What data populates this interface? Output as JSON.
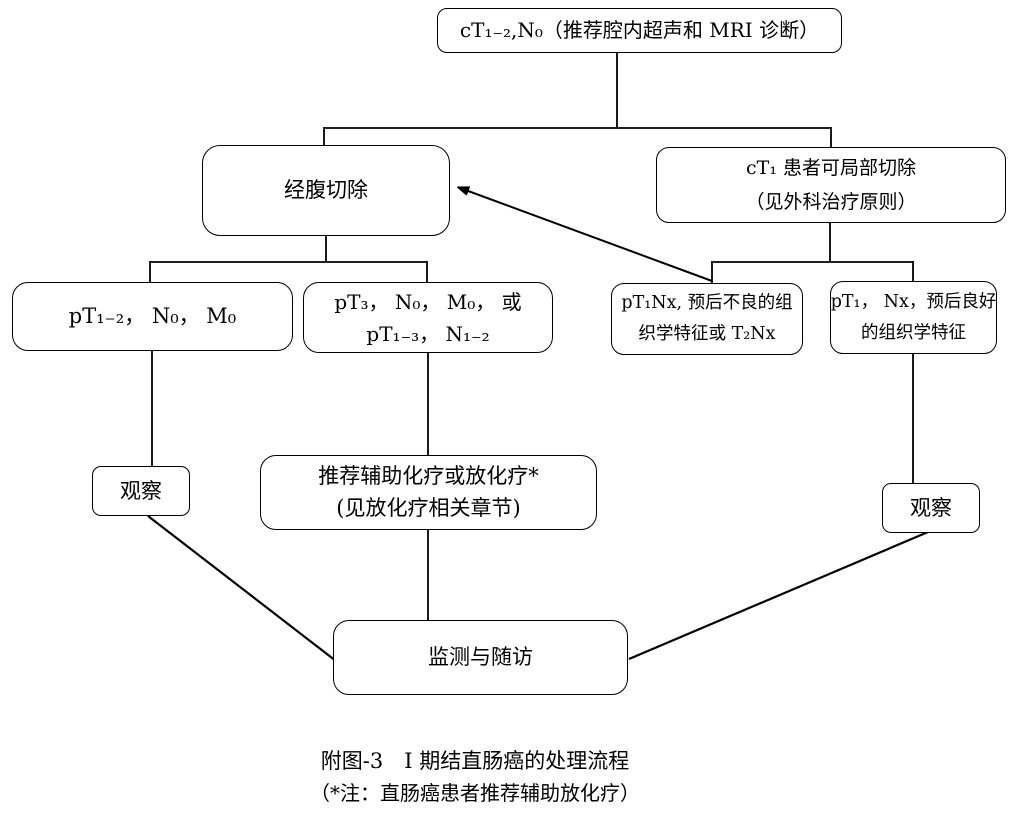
{
  "diagram": {
    "colors": {
      "stroke": "#000000",
      "background": "#ffffff"
    },
    "nodes": {
      "top": {
        "label": "cT₁₋₂,N₀（推荐腔内超声和 MRI 诊断）"
      },
      "abdominal_resection": {
        "label": "经腹切除"
      },
      "local_excision": {
        "line1": "cT₁ 患者可局部切除",
        "line2": "（见外科治疗原则）"
      },
      "pt12_n0_m0": {
        "label": "pT₁₋₂， N₀， M₀"
      },
      "pt3_or_pt13": {
        "line1": "pT₃， N₀， M₀， 或",
        "line2": "pT₁₋₃， N₁₋₂"
      },
      "pt1nx_poor": {
        "line1": "pT₁Nx, 预后不良的组",
        "line2": "织学特征或 T₂Nx"
      },
      "pt1nx_good": {
        "line1": "pT₁， Nx，预后良好",
        "line2": "的组织学特征"
      },
      "observe_left": {
        "label": "观察"
      },
      "adjuvant_therapy": {
        "line1": "推荐辅助化疗或放化疗*",
        "line2": "(见放化疗相关章节)"
      },
      "observe_right": {
        "label": "观察"
      },
      "followup": {
        "label": "监测与随访"
      }
    },
    "edges": [
      {
        "from": "top",
        "to": "abdominal_resection"
      },
      {
        "from": "top",
        "to": "local_excision"
      },
      {
        "from": "abdominal_resection",
        "to": "pt12_n0_m0"
      },
      {
        "from": "abdominal_resection",
        "to": "pt3_or_pt13"
      },
      {
        "from": "local_excision",
        "to": "pt1nx_poor"
      },
      {
        "from": "local_excision",
        "to": "pt1nx_good"
      },
      {
        "from": "pt12_n0_m0",
        "to": "observe_left"
      },
      {
        "from": "pt3_or_pt13",
        "to": "adjuvant_therapy"
      },
      {
        "from": "pt1nx_good",
        "to": "observe_right"
      },
      {
        "from": "pt1nx_poor",
        "to": "abdominal_resection",
        "arrow": true
      },
      {
        "from": "observe_left",
        "to": "followup"
      },
      {
        "from": "adjuvant_therapy",
        "to": "followup"
      },
      {
        "from": "observe_right",
        "to": "followup"
      }
    ],
    "caption": {
      "line1": "附图-3　I 期结直肠癌的处理流程",
      "line2": "（*注：直肠癌患者推荐辅助放化疗）"
    }
  }
}
